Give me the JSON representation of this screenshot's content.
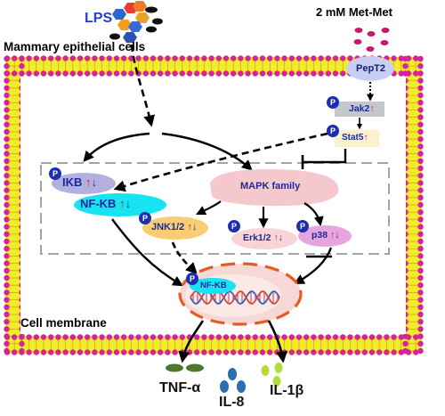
{
  "labels": {
    "lps": "LPS",
    "met_met": "2 mM Met-Met",
    "mammary_cells": "Mammary epithelial cells",
    "peptide_transporter": "PepT2",
    "cell_membrane": "Cell membrane",
    "phospho": "P"
  },
  "proteins": {
    "jak2": {
      "name": "Jak2",
      "arrow": "↑"
    },
    "stat5": {
      "name": "Stat5",
      "arrow": "↑"
    },
    "ikb": {
      "name": "IKB",
      "arrow_up": "↑",
      "arrow_down": "↓"
    },
    "nfkb": {
      "name": "NF-KB",
      "arrow_up": "↑",
      "arrow_down": "↓"
    },
    "mapk": {
      "name": "MAPK family"
    },
    "jnk": {
      "name": "JNK1/2",
      "arrow_up": "↑",
      "arrow_down": "↓"
    },
    "erk": {
      "name": "Erk1/2",
      "arrow_up": "↑",
      "arrow_down": "↓"
    },
    "p38": {
      "name": "p38",
      "arrow_up": "↑",
      "arrow_down": "↓"
    },
    "nucleus_nfkb": {
      "name": "NF-KB"
    }
  },
  "cytokines": {
    "tnf": "TNF-α",
    "il8": "IL-8",
    "il1b": "IL-1β"
  },
  "colors": {
    "membrane_head": "#d6239c",
    "membrane_tail": "#f2ea2c",
    "up_arrow": "#e0202a",
    "down_arrow": "#2232c8",
    "jak2_box": "#c3c7cf",
    "stat5_box": "#fbf0cf",
    "ikb_fill": "#b4b0dd",
    "nfkb_fill": "#18e3f0",
    "mapk_fill": "#f4c8cc",
    "jnk_fill": "#f8cd74",
    "erk_fill": "#f8d4d7",
    "p38_fill": "#e6a6dd",
    "nucleus_border": "#e55a25",
    "tnf_fill": "#4c7a2b",
    "il8_fill": "#2a70b0",
    "il1b_fill": "#b4dc3c",
    "phospho_fill": "#1c2fb0",
    "lps_text": "#1f3fd6"
  }
}
